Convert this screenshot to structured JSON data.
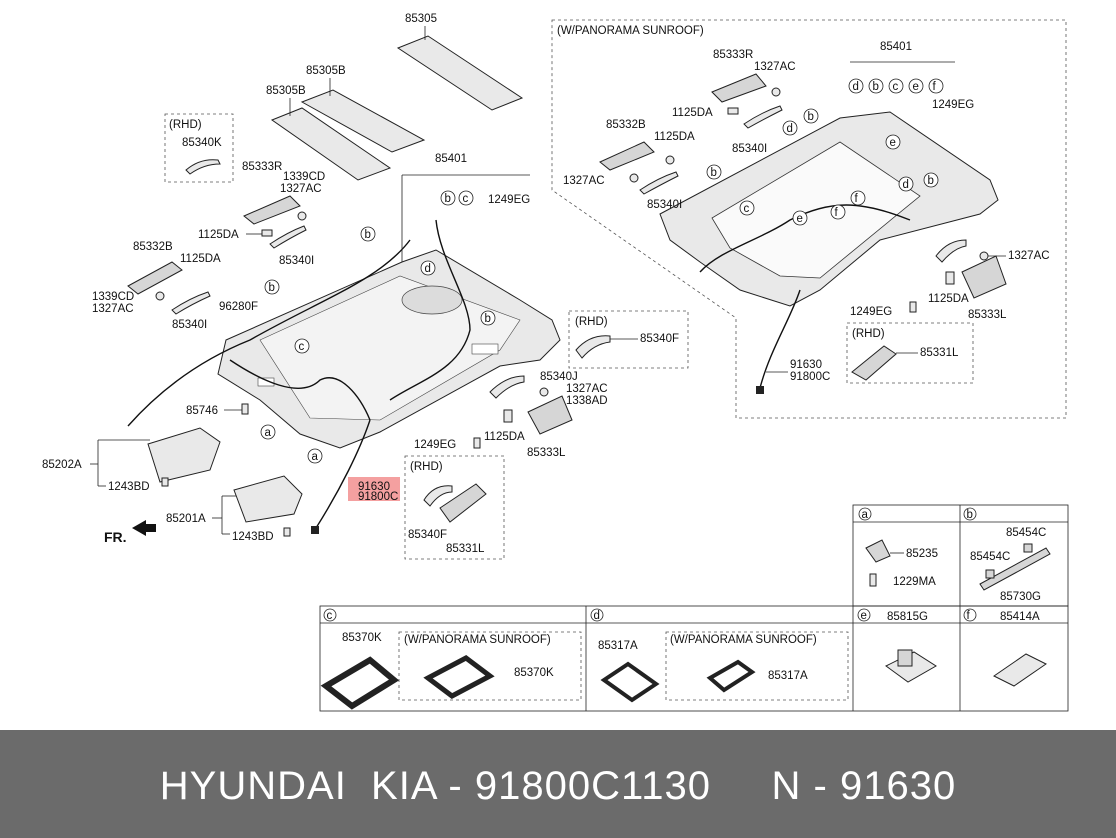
{
  "labels": {
    "p85305": "85305",
    "p85305b_1": "85305B",
    "p85305b_2": "85305B",
    "rhd_1": "(RHD)",
    "p85340k": "85340K",
    "p85333r": "85333R",
    "p1339cd_1": "1339CD",
    "p1327ac_1": "1327AC",
    "p1125da_1": "1125DA",
    "p85332b": "85332B",
    "p1125da_2": "1125DA",
    "p85340i_1": "85340I",
    "p1339cd_2": "1339CD",
    "p1327ac_2": "1327AC",
    "p85340i_2": "85340I",
    "p96280f": "96280F",
    "p85401": "85401",
    "p1249eg_1": "1249EG",
    "p85746": "85746",
    "p85202a": "85202A",
    "p1243bd_1": "1243BD",
    "p85201a": "85201A",
    "p1243bd_2": "1243BD",
    "fr": "FR.",
    "rhd_2": "(RHD)",
    "p85340f_1": "85340F",
    "p85340j": "85340J",
    "p1327ac_3": "1327AC",
    "p1338ad": "1338AD",
    "p1125da_3": "1125DA",
    "p1249eg_2": "1249EG",
    "p85333l_1": "85333L",
    "p91630_hl": "91630",
    "p91800c_hl": "91800C",
    "rhd_3": "(RHD)",
    "p85340f_2": "85340F",
    "p85331l_1": "85331L",
    "panorama": "(W/PANORAMA SUNROOF)",
    "p85401_b": "85401",
    "p85333r_b": "85333R",
    "p1327ac_b1": "1327AC",
    "p1249eg_b1": "1249EG",
    "p1125da_b1": "1125DA",
    "p85332b_b": "85332B",
    "p1125da_b2": "1125DA",
    "p85340i_b1": "85340I",
    "p1327ac_b2": "1327AC",
    "p85340i_b2": "85340I",
    "p1327ac_b3": "1327AC",
    "p1125da_b3": "1125DA",
    "p1249eg_b2": "1249EG",
    "p85333l_b": "85333L",
    "p91630_b": "91630",
    "p91800c_b": "91800C",
    "rhd_4": "(RHD)",
    "p85331l_b": "85331L"
  },
  "callouts": {
    "a": "a",
    "b": "b",
    "c": "c",
    "d": "d",
    "e": "e",
    "f": "f"
  },
  "table": {
    "a_hdr": "a",
    "b_hdr": "b",
    "c_hdr": "c",
    "d_hdr": "d",
    "e_hdr": "e",
    "f_hdr": "f",
    "a_p1": "85235",
    "a_p2": "1229MA",
    "b_p1": "85454C",
    "b_p2": "85454C",
    "b_p3": "85730G",
    "c_p1": "85370K",
    "c_pan": "(W/PANORAMA SUNROOF)",
    "c_p2": "85370K",
    "d_p1": "85317A",
    "d_pan": "(W/PANORAMA SUNROOF)",
    "d_p2": "85317A",
    "e_p1": "85815G",
    "f_p1": "85414A"
  },
  "highlight_color": "#f08080",
  "footer": {
    "text": "HYUNDAI  KIA - 91800C1130     N - 91630"
  }
}
